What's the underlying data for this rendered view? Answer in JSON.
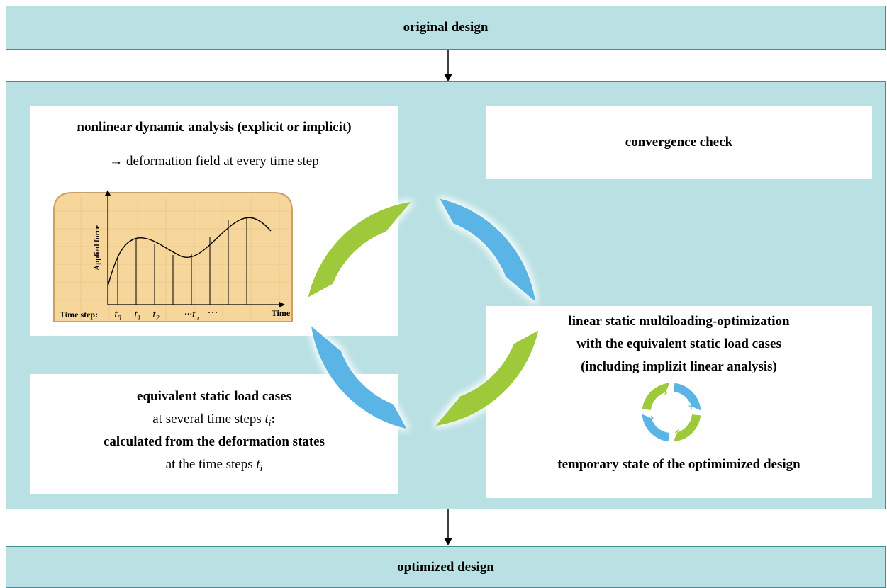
{
  "top": {
    "label": "original design"
  },
  "bottom": {
    "label": "optimized design"
  },
  "nda": {
    "title": "nonlinear dynamic analysis (explicit or implicit)",
    "subtitle": "→ deformation field at every time step",
    "chart": {
      "ylabel": "Applied force",
      "xlabel": "Time",
      "timestep_label": "Time step:",
      "ticks": [
        "t",
        "t",
        "t",
        "···t",
        "···"
      ],
      "tick_subs": [
        "0",
        "1",
        "2",
        "n",
        ""
      ]
    }
  },
  "convergence": {
    "label": "convergence check"
  },
  "esl": {
    "line1": "equivalent static load cases",
    "line2": "at several time steps ",
    "line2_var": "t",
    "line2_sub": "i",
    "line2_end": ":",
    "line3": "calculated from the deformation states",
    "line4": "at the time steps ",
    "line4_var": "t",
    "line4_sub": "i"
  },
  "optimization": {
    "line1": "linear static multiloading-optimization",
    "line2": "with the equivalent static load cases",
    "line3": "(including implizit linear analysis)",
    "footer": "temporary state of the optimimized design"
  },
  "colors": {
    "panel": "#b9e0e2",
    "border": "#3f8f94",
    "green": "#9dc93b",
    "blue": "#5ab4e5"
  }
}
